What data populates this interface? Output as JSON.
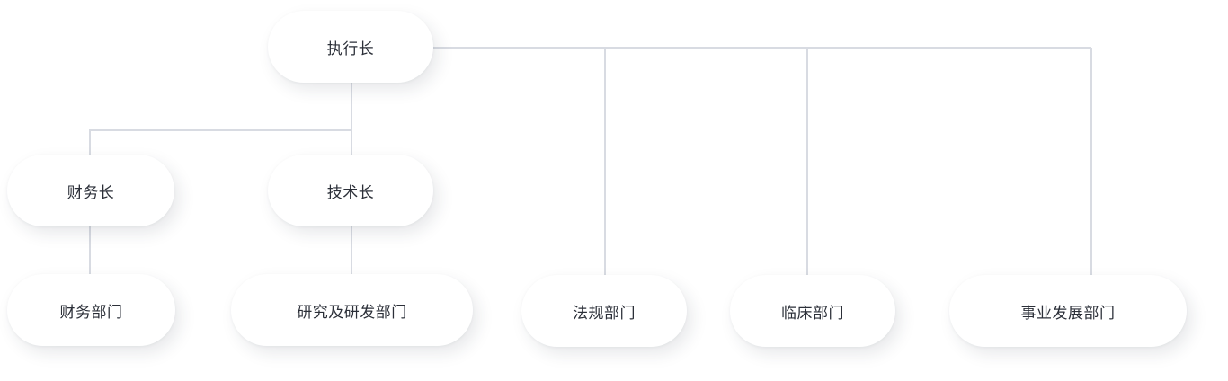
{
  "org_chart": {
    "nodes": {
      "ceo": "执行长",
      "cfo": "财务长",
      "cto": "技术长",
      "finance_dept": "财务部门",
      "rnd_dept": "研究及研发部门",
      "legal_dept": "法规部门",
      "clinical_dept": "临床部门",
      "bizdev_dept": "事业发展部门"
    },
    "colors": {
      "connector": "#d8dbe2",
      "node_background": "#ffffff",
      "text": "#2b2f38"
    }
  }
}
